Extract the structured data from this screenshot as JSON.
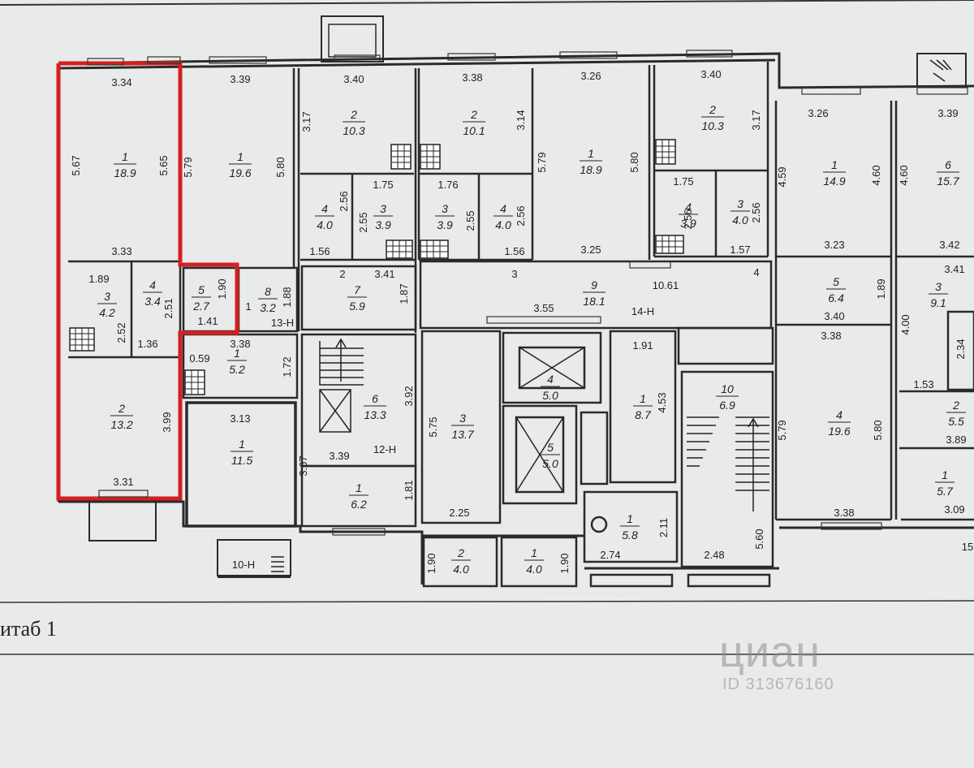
{
  "scale_label": "итаб 1",
  "watermark": {
    "brand": "циан",
    "id": "ID 313676160"
  },
  "rooms": [
    {
      "id": "a1-1",
      "num": "1",
      "area": "18.9"
    },
    {
      "id": "a1-2",
      "num": "2",
      "area": "13.2"
    },
    {
      "id": "a1-3",
      "num": "3",
      "area": "4.2"
    },
    {
      "id": "a1-4",
      "num": "4",
      "area": "3.4"
    },
    {
      "id": "a1-5",
      "num": "5",
      "area": "2.7"
    },
    {
      "id": "a2-1",
      "num": "1",
      "area": "19.6"
    },
    {
      "id": "a2-8",
      "num": "8",
      "area": "3.2"
    },
    {
      "id": "r13-1",
      "num": "1",
      "area": "5.2"
    },
    {
      "id": "r10-1",
      "num": "1",
      "area": "11.5"
    },
    {
      "id": "a3-2",
      "num": "2",
      "area": "10.3"
    },
    {
      "id": "a3-4",
      "num": "4",
      "area": "4.0"
    },
    {
      "id": "a3-3",
      "num": "3",
      "area": "3.9"
    },
    {
      "id": "a3-7",
      "num": "7",
      "area": "5.9"
    },
    {
      "id": "r12-6",
      "num": "6",
      "area": "13.3"
    },
    {
      "id": "r12-1",
      "num": "1",
      "area": "6.2"
    },
    {
      "id": "a4-2",
      "num": "2",
      "area": "10.1"
    },
    {
      "id": "a4-3",
      "num": "3",
      "area": "3.9"
    },
    {
      "id": "a4-4",
      "num": "4",
      "area": "4.0"
    },
    {
      "id": "a4-1",
      "num": "1",
      "area": "18.9"
    },
    {
      "id": "a5-2",
      "num": "2",
      "area": "10.3"
    },
    {
      "id": "a5-4",
      "num": "4",
      "area": "3.9"
    },
    {
      "id": "a5-3",
      "num": "3",
      "area": "4.0"
    },
    {
      "id": "c-9",
      "num": "9",
      "area": "18.1"
    },
    {
      "id": "s-3",
      "num": "3",
      "area": "13.7"
    },
    {
      "id": "e-4",
      "num": "4",
      "area": "5.0"
    },
    {
      "id": "e-5",
      "num": "5",
      "area": "5.0"
    },
    {
      "id": "r14-1",
      "num": "1",
      "area": "8.7"
    },
    {
      "id": "r-1b",
      "num": "1",
      "area": "5.8"
    },
    {
      "id": "st-10",
      "num": "10",
      "area": "6.9"
    },
    {
      "id": "b-2",
      "num": "2",
      "area": "4.0"
    },
    {
      "id": "b-1",
      "num": "1",
      "area": "4.0"
    },
    {
      "id": "a6-1",
      "num": "1",
      "area": "14.9"
    },
    {
      "id": "a6-5",
      "num": "5",
      "area": "6.4"
    },
    {
      "id": "a6-4",
      "num": "4",
      "area": "19.6"
    },
    {
      "id": "a7-6",
      "num": "6",
      "area": "15.7"
    },
    {
      "id": "a7-3",
      "num": "3",
      "area": "9.1"
    },
    {
      "id": "a7-2",
      "num": "2",
      "area": "5.5"
    },
    {
      "id": "a7-1",
      "num": "1",
      "area": "5.7"
    }
  ],
  "dimensions": [
    "3.34",
    "5.67",
    "5.65",
    "3.33",
    "1.89",
    "2.52",
    "1.36",
    "2.51",
    "3.99",
    "3.31",
    "3.39",
    "5.79",
    "5.80",
    "1.90",
    "1.41",
    "1.88",
    "3.38",
    "0.59",
    "1.72",
    "3.13",
    "3.67",
    "3.40",
    "3.17",
    "2.56",
    "2.55",
    "1.75",
    "1.56",
    "3.41",
    "1.87",
    "3.92",
    "3.39",
    "1.81",
    "3.38",
    "3.14",
    "1.76",
    "2.55",
    "2.56",
    "1.56",
    "3.26",
    "5.79",
    "5.80",
    "3.25",
    "3.40",
    "3.17",
    "1.75",
    "2.56",
    "2.56",
    "1.57",
    "4.59",
    "3.55",
    "10.61",
    "5.75",
    "2.25",
    "1.91",
    "4.53",
    "2.11",
    "2.74",
    "2.48",
    "5.60",
    "1.90",
    "1.90",
    "3.26",
    "4.60",
    "3.23",
    "3.40",
    "1.89",
    "3.38",
    "5.79",
    "5.80",
    "3.38",
    "3.39",
    "4.60",
    "3.42",
    "3.41",
    "4.00",
    "2.34",
    "1.53",
    "3.89",
    "3.09",
    "15"
  ],
  "unit_labels": [
    "13-Н",
    "12-Н",
    "14-Н",
    "10-Н"
  ],
  "corridor_labels": [
    "1",
    "2",
    "3",
    "4"
  ],
  "colors": {
    "paper": "#e9eaea",
    "ink": "#2a2a2a",
    "highlight": "#d42020"
  }
}
